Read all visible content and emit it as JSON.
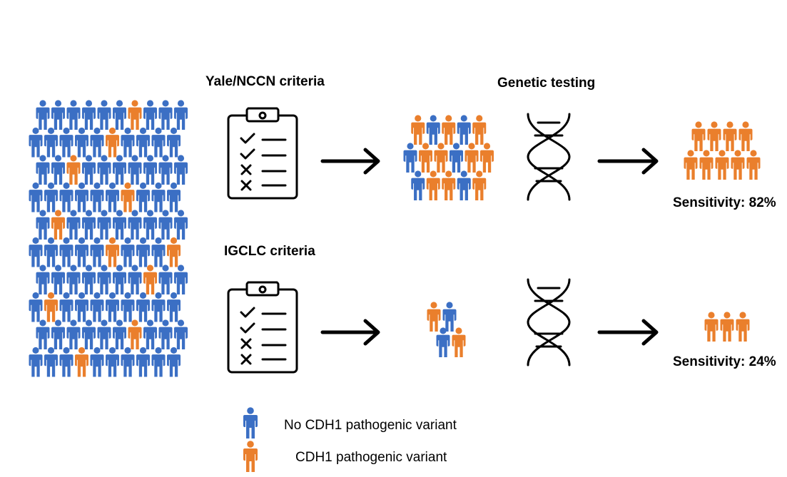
{
  "titles": {
    "yale": "Yale/NCCN criteria",
    "igclc": "IGCLC criteria",
    "genetic": "Genetic testing"
  },
  "results": {
    "yale_sensitivity": "Sensitivity: 82%",
    "igclc_sensitivity": "Sensitivity: 24%"
  },
  "legend": {
    "no_variant": "No CDH1 pathogenic variant",
    "variant": "CDH1 pathogenic variant"
  },
  "colors": {
    "no_variant": "#3b6fc4",
    "variant": "#ea7f2c"
  },
  "icons": {
    "person": "person-icon",
    "clipboard": "clipboard-checklist-icon",
    "dna": "dna-helix-icon",
    "arrow": "arrow-right-icon"
  },
  "population": {
    "rows": 10,
    "cols": 10,
    "variant_positions": [
      [
        0,
        6
      ],
      [
        1,
        5
      ],
      [
        2,
        2
      ],
      [
        3,
        6
      ],
      [
        4,
        1
      ],
      [
        5,
        5
      ],
      [
        5,
        9
      ],
      [
        6,
        7
      ],
      [
        7,
        1
      ],
      [
        8,
        6
      ],
      [
        9,
        3
      ]
    ]
  },
  "yale_selected": {
    "rows": [
      [
        "variant",
        "no",
        "variant",
        "no",
        "variant"
      ],
      [
        "no",
        "variant",
        "variant",
        "no",
        "variant",
        "variant"
      ],
      [
        "no",
        "variant",
        "variant",
        "no",
        "variant"
      ]
    ]
  },
  "igclc_selected": {
    "rows": [
      [
        "variant",
        "no"
      ],
      [
        "no",
        "variant"
      ]
    ]
  },
  "yale_result": {
    "rows": [
      4,
      5
    ]
  },
  "igclc_result": {
    "rows": [
      3
    ]
  }
}
